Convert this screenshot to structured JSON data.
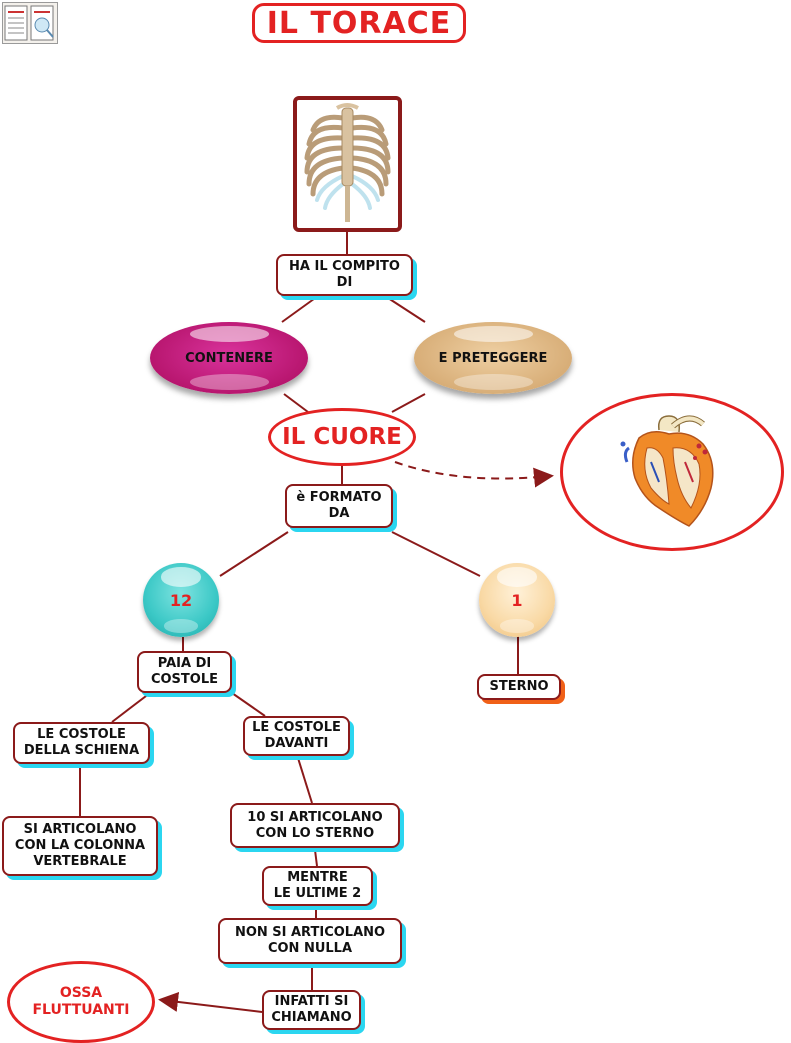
{
  "title": "IL TORACE",
  "nodes": {
    "compito": "HA IL COMPITO\nDI",
    "contenere": "CONTENERE",
    "preteggere": "E PRETEGGERE",
    "cuore": "IL CUORE",
    "formato": "è FORMATO\nDA",
    "dodici": "12",
    "uno": "1",
    "sterno": "STERNO",
    "paia": "PAIA DI\nCOSTOLE",
    "schiena": "LE COSTOLE\nDELLA SCHIENA",
    "davanti": "LE COSTOLE\nDAVANTI",
    "colonna": "SI ARTICOLANO\nCON LA COLONNA\nVERTEBRALE",
    "dieci": "10 SI ARTICOLANO\nCON LO STERNO",
    "mentre": "MENTRE\nLE ULTIME 2",
    "nulla": "NON SI ARTICOLANO\nCON NULLA",
    "infatti": "INFATTI SI\nCHIAMANO",
    "ossa": "OSSA\nFLUTTUANTI"
  },
  "icons": {
    "thumbnail": "concept-map-thumbnail-icon",
    "rib_cage": "rib-cage-illustration",
    "heart": "heart-anatomy-illustration"
  },
  "colors": {
    "accent_red": "#e32222",
    "box_border": "#8b1a1a",
    "box_shadow": "#2bd6f0",
    "box_shadow_alt": "#f06018",
    "contenere_fill": "#b8166f",
    "preteggere_fill": "#d8ae78",
    "bubble_12_fill": "#3bc8c6",
    "bubble_1_fill": "#f9d9a5"
  }
}
